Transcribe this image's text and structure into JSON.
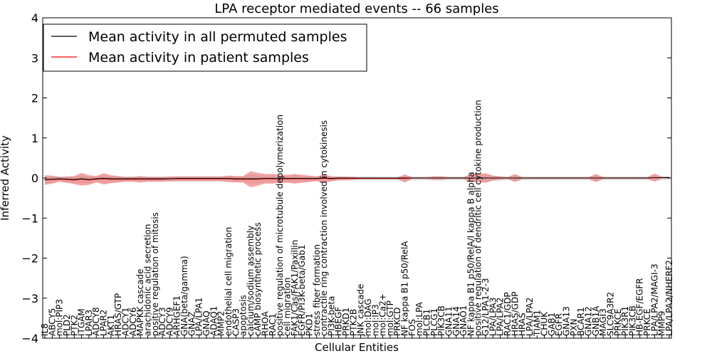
{
  "chart_data": {
    "type": "line",
    "title": "LPA receptor mediated events -- 66 samples",
    "xlabel": "Cellular Entities",
    "ylabel": "Inferred Activity",
    "ylim": [
      -4,
      4
    ],
    "yticks": [
      "−4",
      "−3",
      "−2",
      "−1",
      "0",
      "1",
      "2",
      "3",
      "4"
    ],
    "legend_position": "top-left",
    "grid": false,
    "colors": {
      "permuted": "#000000",
      "patient": "#ff0000",
      "patient_band": "#f08080",
      "permuted_band": "#c8c8c8"
    },
    "categories": [
      "IL8",
      "ABCY5",
      "mol:PIP3",
      "PLD2",
      "PTK2",
      "ITGAM",
      "LPAR3",
      "ADCY8",
      "LPAR2",
      "AKT1",
      "HRAS/GTP",
      "ADCY1",
      "ADCY6",
      "MAPKK cascade",
      "arachidonic acid secretion",
      "positive regulation of mitosis",
      "ADCY3",
      "ADCY9",
      "ARHGEF1",
      "GNA(beta/gamma)",
      "GNAZ",
      "LPA/LPA1",
      "GNAQ",
      "ADAQ1",
      "MMP2",
      "endothelial cell migration",
      "CASP3",
      "apoptosis",
      "calcium/sodium assembly",
      "cAMP biosynthetic process",
      "RHOA",
      "RAC1",
      "positive regulation of microtubule depolymerization",
      "cell migration",
      "FAK1/Cas/FAK1/Paxillin",
      "EGFR/PI3K-beta/Gab1",
      "PKD1",
      "stress fiber formation",
      "contractile ring contraction involved in cytokinesis",
      "PI3K-beta",
      "HBEGF",
      "PRKD1",
      "PTK2B",
      "JNK cascade",
      "mol:DAG",
      "mol:IP3",
      "mol:Ca2+",
      "mol:GTP",
      "PRKCD",
      "NF kappa B1 p50/RelA",
      "FOS",
      "mol:LPA",
      "PLCB1",
      "PLCG1",
      "PIK3CB",
      "GNA11",
      "GNA14",
      "GNAO1",
      "NF kappa B1 p50/RelA/I kappa B alpha",
      "positive regulation of dendritic cell cytokine production",
      "G12/LPA1-2-3",
      "LPA/LPA3",
      "LPA/LPA2",
      "RAC1/GDP",
      "HRAS/GDP",
      "HRAS",
      "LPA/LPA2",
      "TIAM1",
      "CHUK",
      "GAB1",
      "EGFR",
      "GNA13",
      "PXN",
      "BCAR1",
      "GNA12",
      "GNB1A",
      "MAGI3",
      "SLC9A3R2",
      "PRKCE",
      "PIK3R1",
      "PIK3CB",
      "HB-EGF/EGFR",
      "PRKCE",
      "LPA/LPA2/MAGI-3",
      "MMP9",
      "LPA/LPA2/NHERF2"
    ],
    "series": [
      {
        "name": "Mean activity in all permuted samples",
        "values": [
          -0.04,
          -0.03,
          -0.02,
          -0.03,
          -0.04,
          -0.02,
          -0.04,
          -0.02,
          -0.01,
          -0.02,
          -0.02,
          -0.02,
          -0.02,
          -0.02,
          -0.02,
          -0.02,
          -0.02,
          -0.02,
          -0.01,
          -0.01,
          -0.01,
          -0.01,
          -0.01,
          -0.01,
          -0.01,
          -0.01,
          -0.02,
          -0.02,
          -0.02,
          -0.02,
          -0.01,
          -0.01,
          -0.01,
          -0.01,
          -0.01,
          -0.01,
          -0.01,
          -0.01,
          0.0,
          -0.01,
          0.0,
          0.0,
          0.0,
          0.0,
          0.0,
          0.0,
          0.0,
          0.0,
          0.0,
          0.0,
          0.0,
          0.0,
          0.0,
          0.0,
          0.0,
          0.0,
          0.0,
          0.0,
          0.0,
          0.0,
          0.0,
          0.0,
          0.0,
          0.0,
          0.0,
          0.0,
          0.0,
          0.0,
          0.0,
          0.0,
          0.0,
          0.0,
          0.0,
          0.0,
          0.0,
          0.0,
          0.0,
          0.0,
          0.0,
          0.0,
          0.0,
          0.0,
          0.0,
          0.01,
          0.01,
          0.01
        ]
      },
      {
        "name": "Mean activity in patient samples",
        "values": [
          -0.05,
          -0.04,
          -0.03,
          -0.04,
          -0.05,
          -0.03,
          -0.05,
          -0.03,
          -0.02,
          -0.03,
          -0.03,
          -0.03,
          -0.03,
          -0.03,
          -0.03,
          -0.03,
          -0.03,
          -0.02,
          -0.02,
          -0.02,
          -0.02,
          -0.02,
          -0.02,
          -0.02,
          -0.02,
          -0.02,
          -0.03,
          -0.03,
          -0.03,
          -0.03,
          -0.02,
          -0.02,
          -0.02,
          -0.02,
          -0.02,
          -0.02,
          -0.02,
          -0.02,
          -0.01,
          -0.02,
          -0.01,
          -0.01,
          -0.01,
          -0.01,
          -0.01,
          -0.01,
          -0.01,
          -0.01,
          -0.01,
          -0.01,
          0.0,
          0.0,
          0.0,
          0.0,
          0.0,
          0.0,
          0.0,
          0.0,
          0.0,
          0.0,
          0.0,
          0.0,
          0.0,
          0.0,
          0.0,
          0.0,
          0.0,
          0.0,
          0.0,
          0.0,
          0.0,
          0.0,
          0.0,
          0.0,
          0.0,
          0.0,
          0.0,
          0.0,
          0.0,
          0.0,
          0.0,
          0.0,
          0.0,
          0.01,
          0.01,
          0.01
        ]
      }
    ],
    "patient_band_halfwidth": [
      0.12,
      0.1,
      0.06,
      0.08,
      0.1,
      0.16,
      0.12,
      0.08,
      0.14,
      0.1,
      0.08,
      0.06,
      0.06,
      0.08,
      0.06,
      0.06,
      0.06,
      0.06,
      0.06,
      0.06,
      0.06,
      0.06,
      0.06,
      0.06,
      0.06,
      0.08,
      0.08,
      0.08,
      0.2,
      0.16,
      0.12,
      0.12,
      0.1,
      0.1,
      0.12,
      0.1,
      0.08,
      0.06,
      0.1,
      0.06,
      0.04,
      0.04,
      0.03,
      0.02,
      0.02,
      0.02,
      0.02,
      0.02,
      0.02,
      0.1,
      0.02,
      0.02,
      0.02,
      0.04,
      0.04,
      0.02,
      0.02,
      0.02,
      0.1,
      0.1,
      0.12,
      0.06,
      0.04,
      0.02,
      0.1,
      0.02,
      0.02,
      0.02,
      0.02,
      0.02,
      0.02,
      0.02,
      0.02,
      0.02,
      0.02,
      0.1,
      0.02,
      0.02,
      0.02,
      0.02,
      0.02,
      0.02,
      0.02,
      0.1,
      0.02,
      0.02
    ]
  }
}
